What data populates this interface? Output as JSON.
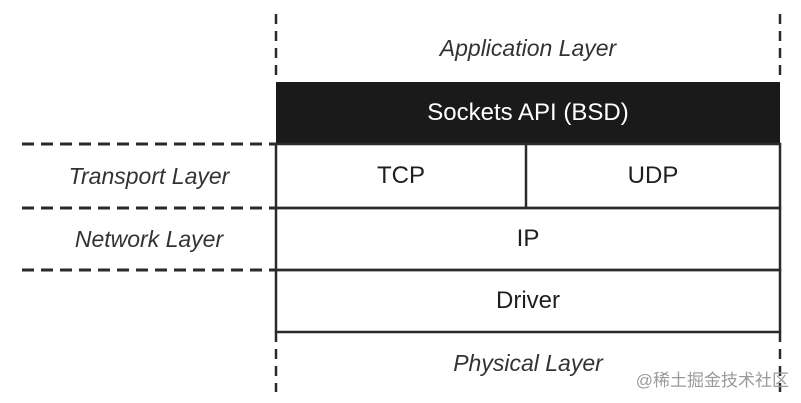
{
  "diagram": {
    "application_layer": "Application Layer",
    "sockets_api": "Sockets API (BSD)",
    "transport_layer": "Transport Layer",
    "tcp": "TCP",
    "udp": "UDP",
    "network_layer": "Network Layer",
    "ip": "IP",
    "driver": "Driver",
    "physical_layer": "Physical Layer"
  },
  "watermark": "@稀土掘金技术社区",
  "colors": {
    "api_fill": "#1a1a1a",
    "line": "#2a2a2a"
  }
}
